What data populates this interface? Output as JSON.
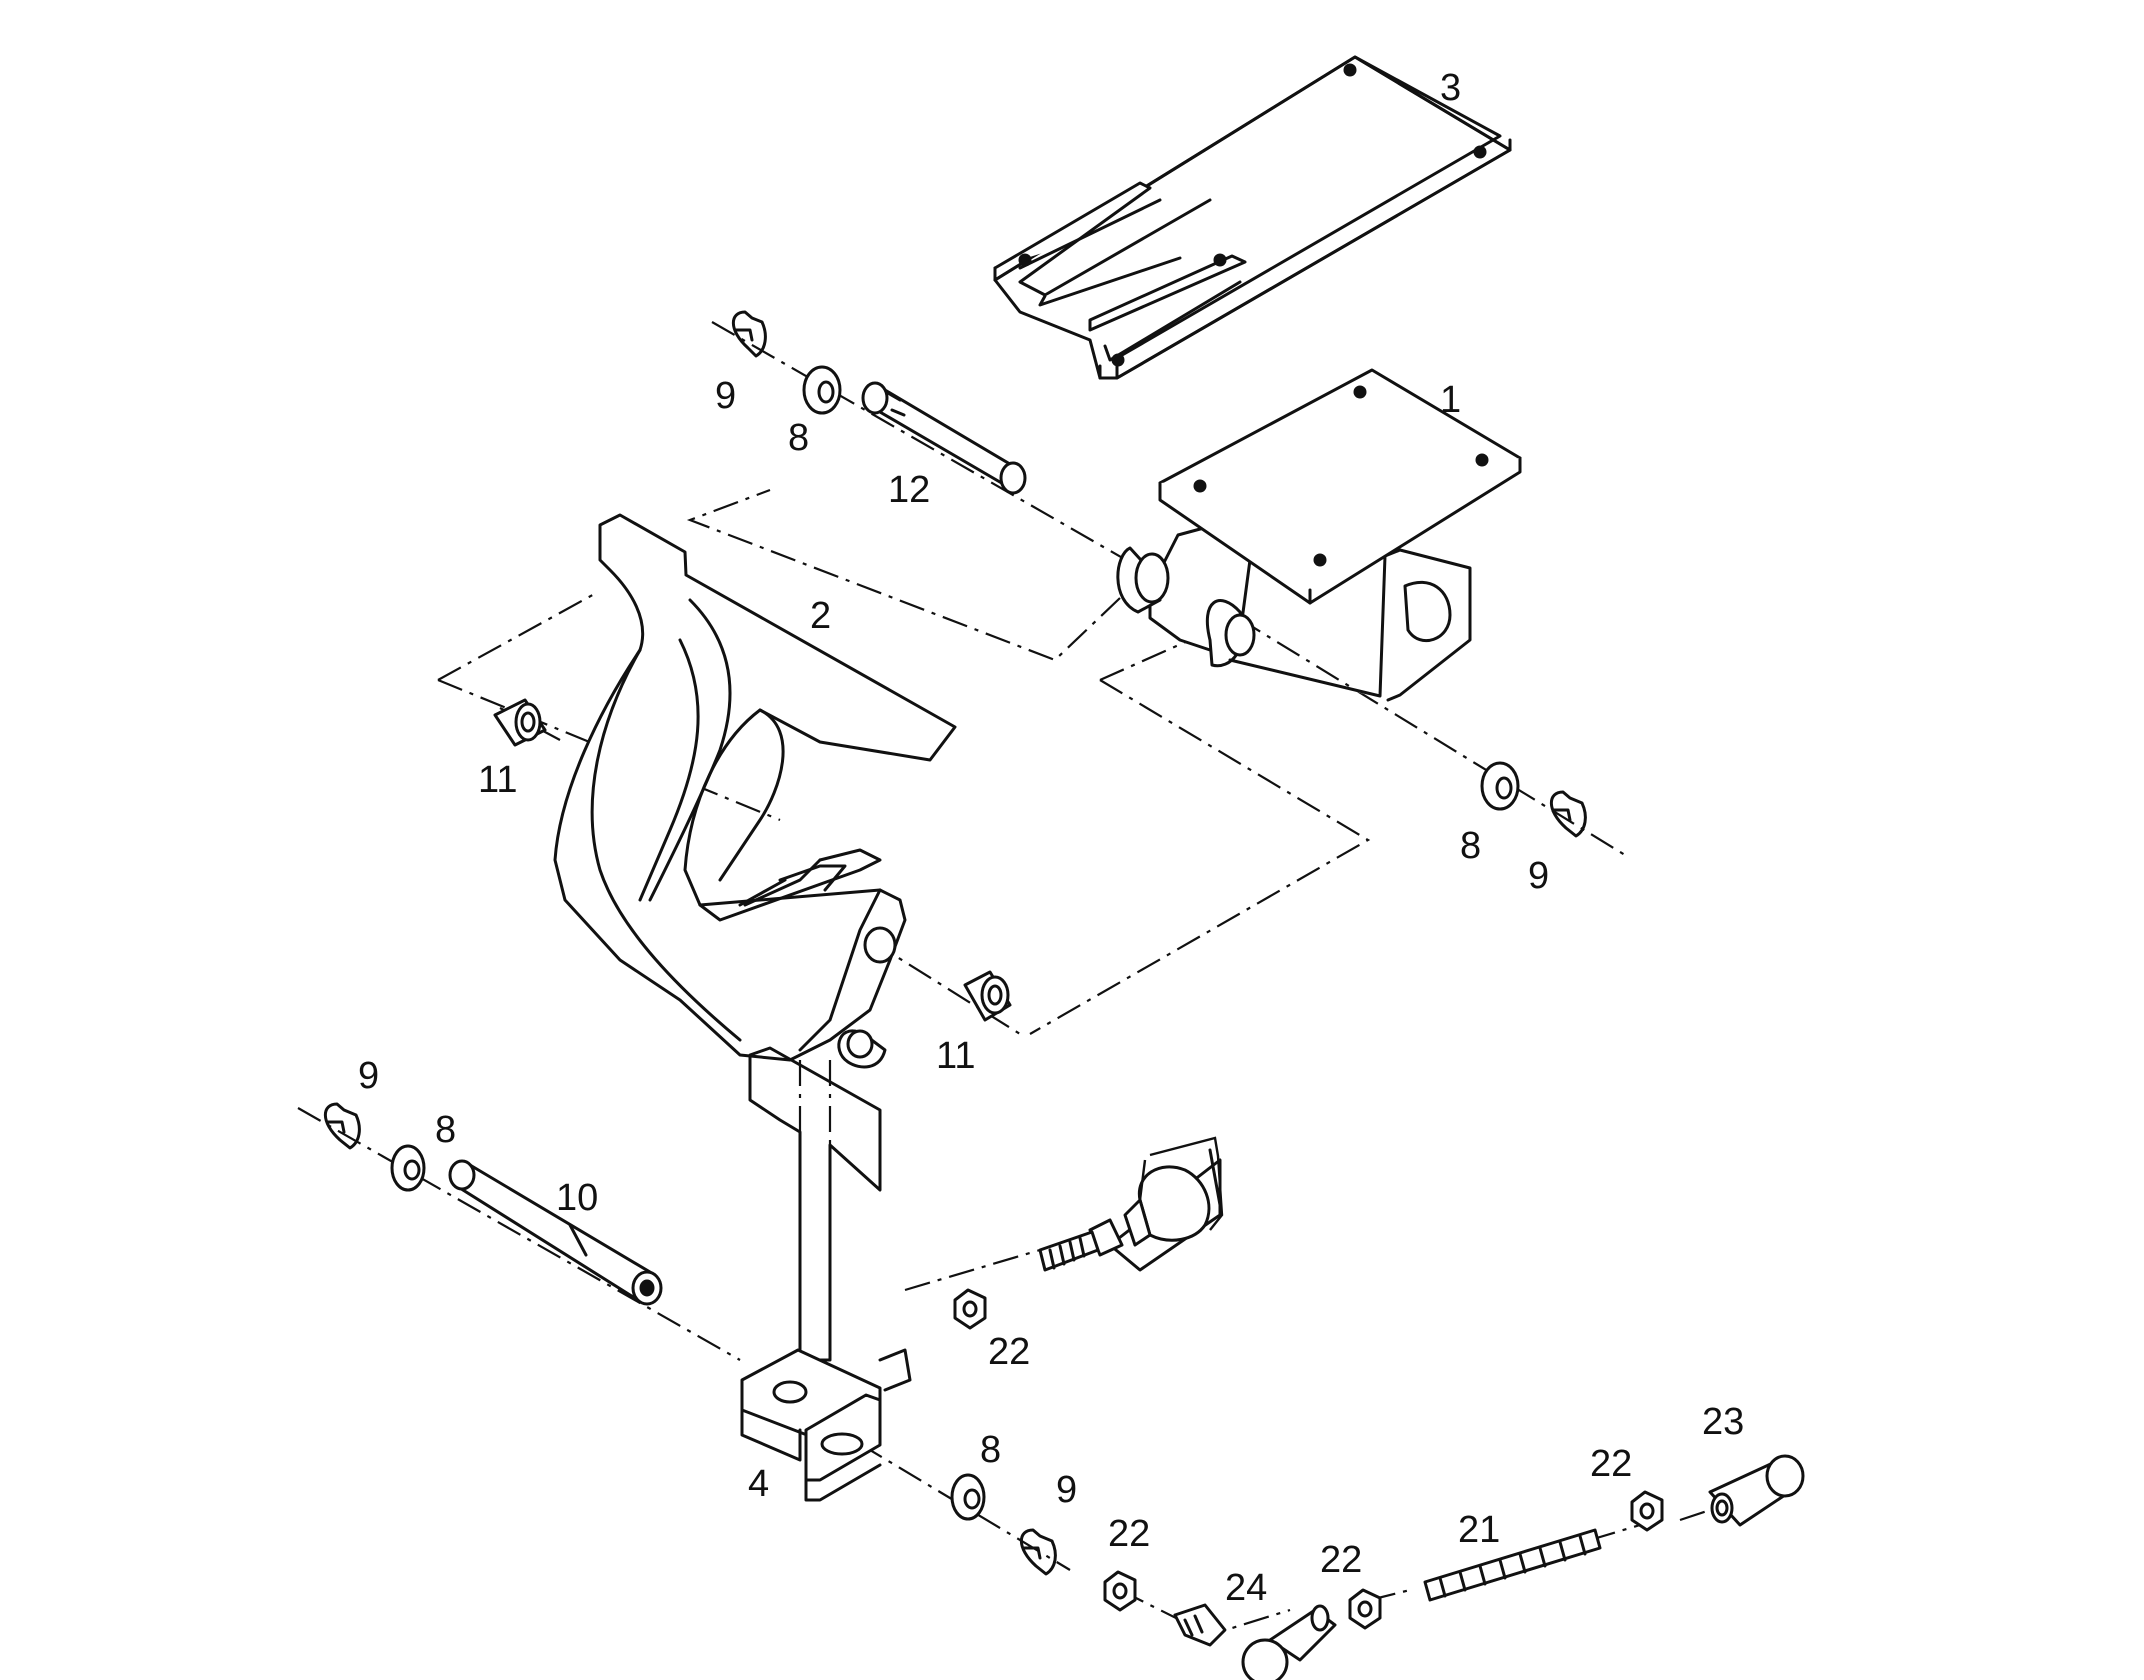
{
  "diagram": {
    "callouts": {
      "1": "1",
      "2": "2",
      "3": "3",
      "4": "4",
      "8": "8",
      "9": "9",
      "10": "10",
      "11": "11",
      "12": "12",
      "21": "21",
      "22": "22",
      "23": "23",
      "24": "24"
    }
  }
}
